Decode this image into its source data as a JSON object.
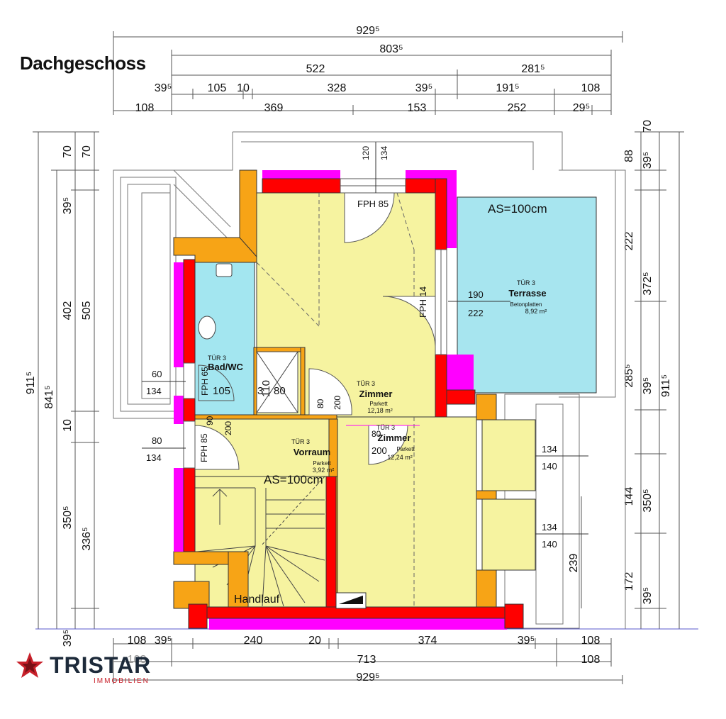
{
  "title": "Dachgeschoss",
  "dimensions_top": {
    "row1": [
      "929⁵"
    ],
    "row2": [
      "803⁵"
    ],
    "row3": [
      "522",
      "281⁵"
    ],
    "row4": [
      "39⁵",
      "105",
      "10",
      "328",
      "39⁵",
      "191⁵",
      "108"
    ],
    "row5": [
      "108",
      "369",
      "153",
      "252",
      "29⁵"
    ]
  },
  "dimensions_bottom": {
    "row1": [
      "108",
      "39⁵",
      "240",
      "20",
      "374",
      "39⁵",
      "108"
    ],
    "row2": [
      "108",
      "713",
      "108"
    ],
    "row3": [
      "929⁵"
    ]
  },
  "dimensions_left": [
    "911⁵",
    "841⁵",
    "70",
    "70",
    "39⁵",
    "402",
    "505",
    "10",
    "350⁵",
    "336⁵",
    "39⁵"
  ],
  "dimensions_right": [
    "70",
    "88",
    "39⁵",
    "222",
    "372⁵",
    "285⁵",
    "39⁵",
    "911⁵",
    "144",
    "350⁵",
    "172",
    "39⁵",
    "239"
  ],
  "rooms": [
    {
      "door": "TÜR 3",
      "name": "Terrasse",
      "floor": "Betonplatten",
      "area": "8,92 m²"
    },
    {
      "door": "TÜR 3",
      "name": "Bad/WC",
      "floor": "",
      "area": ""
    },
    {
      "door": "TÜR 3",
      "name": "Zimmer",
      "floor": "Parkett",
      "area": "12,18 m²"
    },
    {
      "door": "TÜR 3",
      "name": "Zimmer",
      "floor": "Parkett",
      "area": "12,24 m²"
    },
    {
      "door": "TÜR 3",
      "name": "Vorraum",
      "floor": "Parkett",
      "area": "3,92 m²"
    }
  ],
  "labels": {
    "as_top": "AS=100cm",
    "as_mid": "AS=100cm",
    "fph85_top": "FPH 85",
    "fph14": "FPH 14",
    "fph65": "FPH 65",
    "fph85_left": "FPH 85",
    "handlauf": "Handlauf",
    "w120": "120",
    "w134top": "134",
    "t190": "190",
    "t222": "222",
    "b60": "60",
    "b134a": "134",
    "b80": "80",
    "b134b": "134",
    "bath105": "105",
    "bath110": "110",
    "bath80": "80",
    "bath3": "3",
    "bath90": "90",
    "z80": "80",
    "z200": "200",
    "v200": "200",
    "z2_80": "80",
    "z2_200": "200",
    "r134a": "134",
    "r140a": "140",
    "r134b": "134",
    "r140b": "140"
  },
  "logo": {
    "brand_a": "TRI",
    "brand_b": "STAR",
    "sub": "IMMOBILIEN"
  },
  "colors": {
    "wall_red": "#ff0000",
    "wall_magenta": "#ff00ff",
    "wall_orange": "#f7a416",
    "floor_yellow": "#f6f3a0",
    "bath_blue": "#a3e6f0",
    "terrace_blue": "#a7e5ef"
  }
}
